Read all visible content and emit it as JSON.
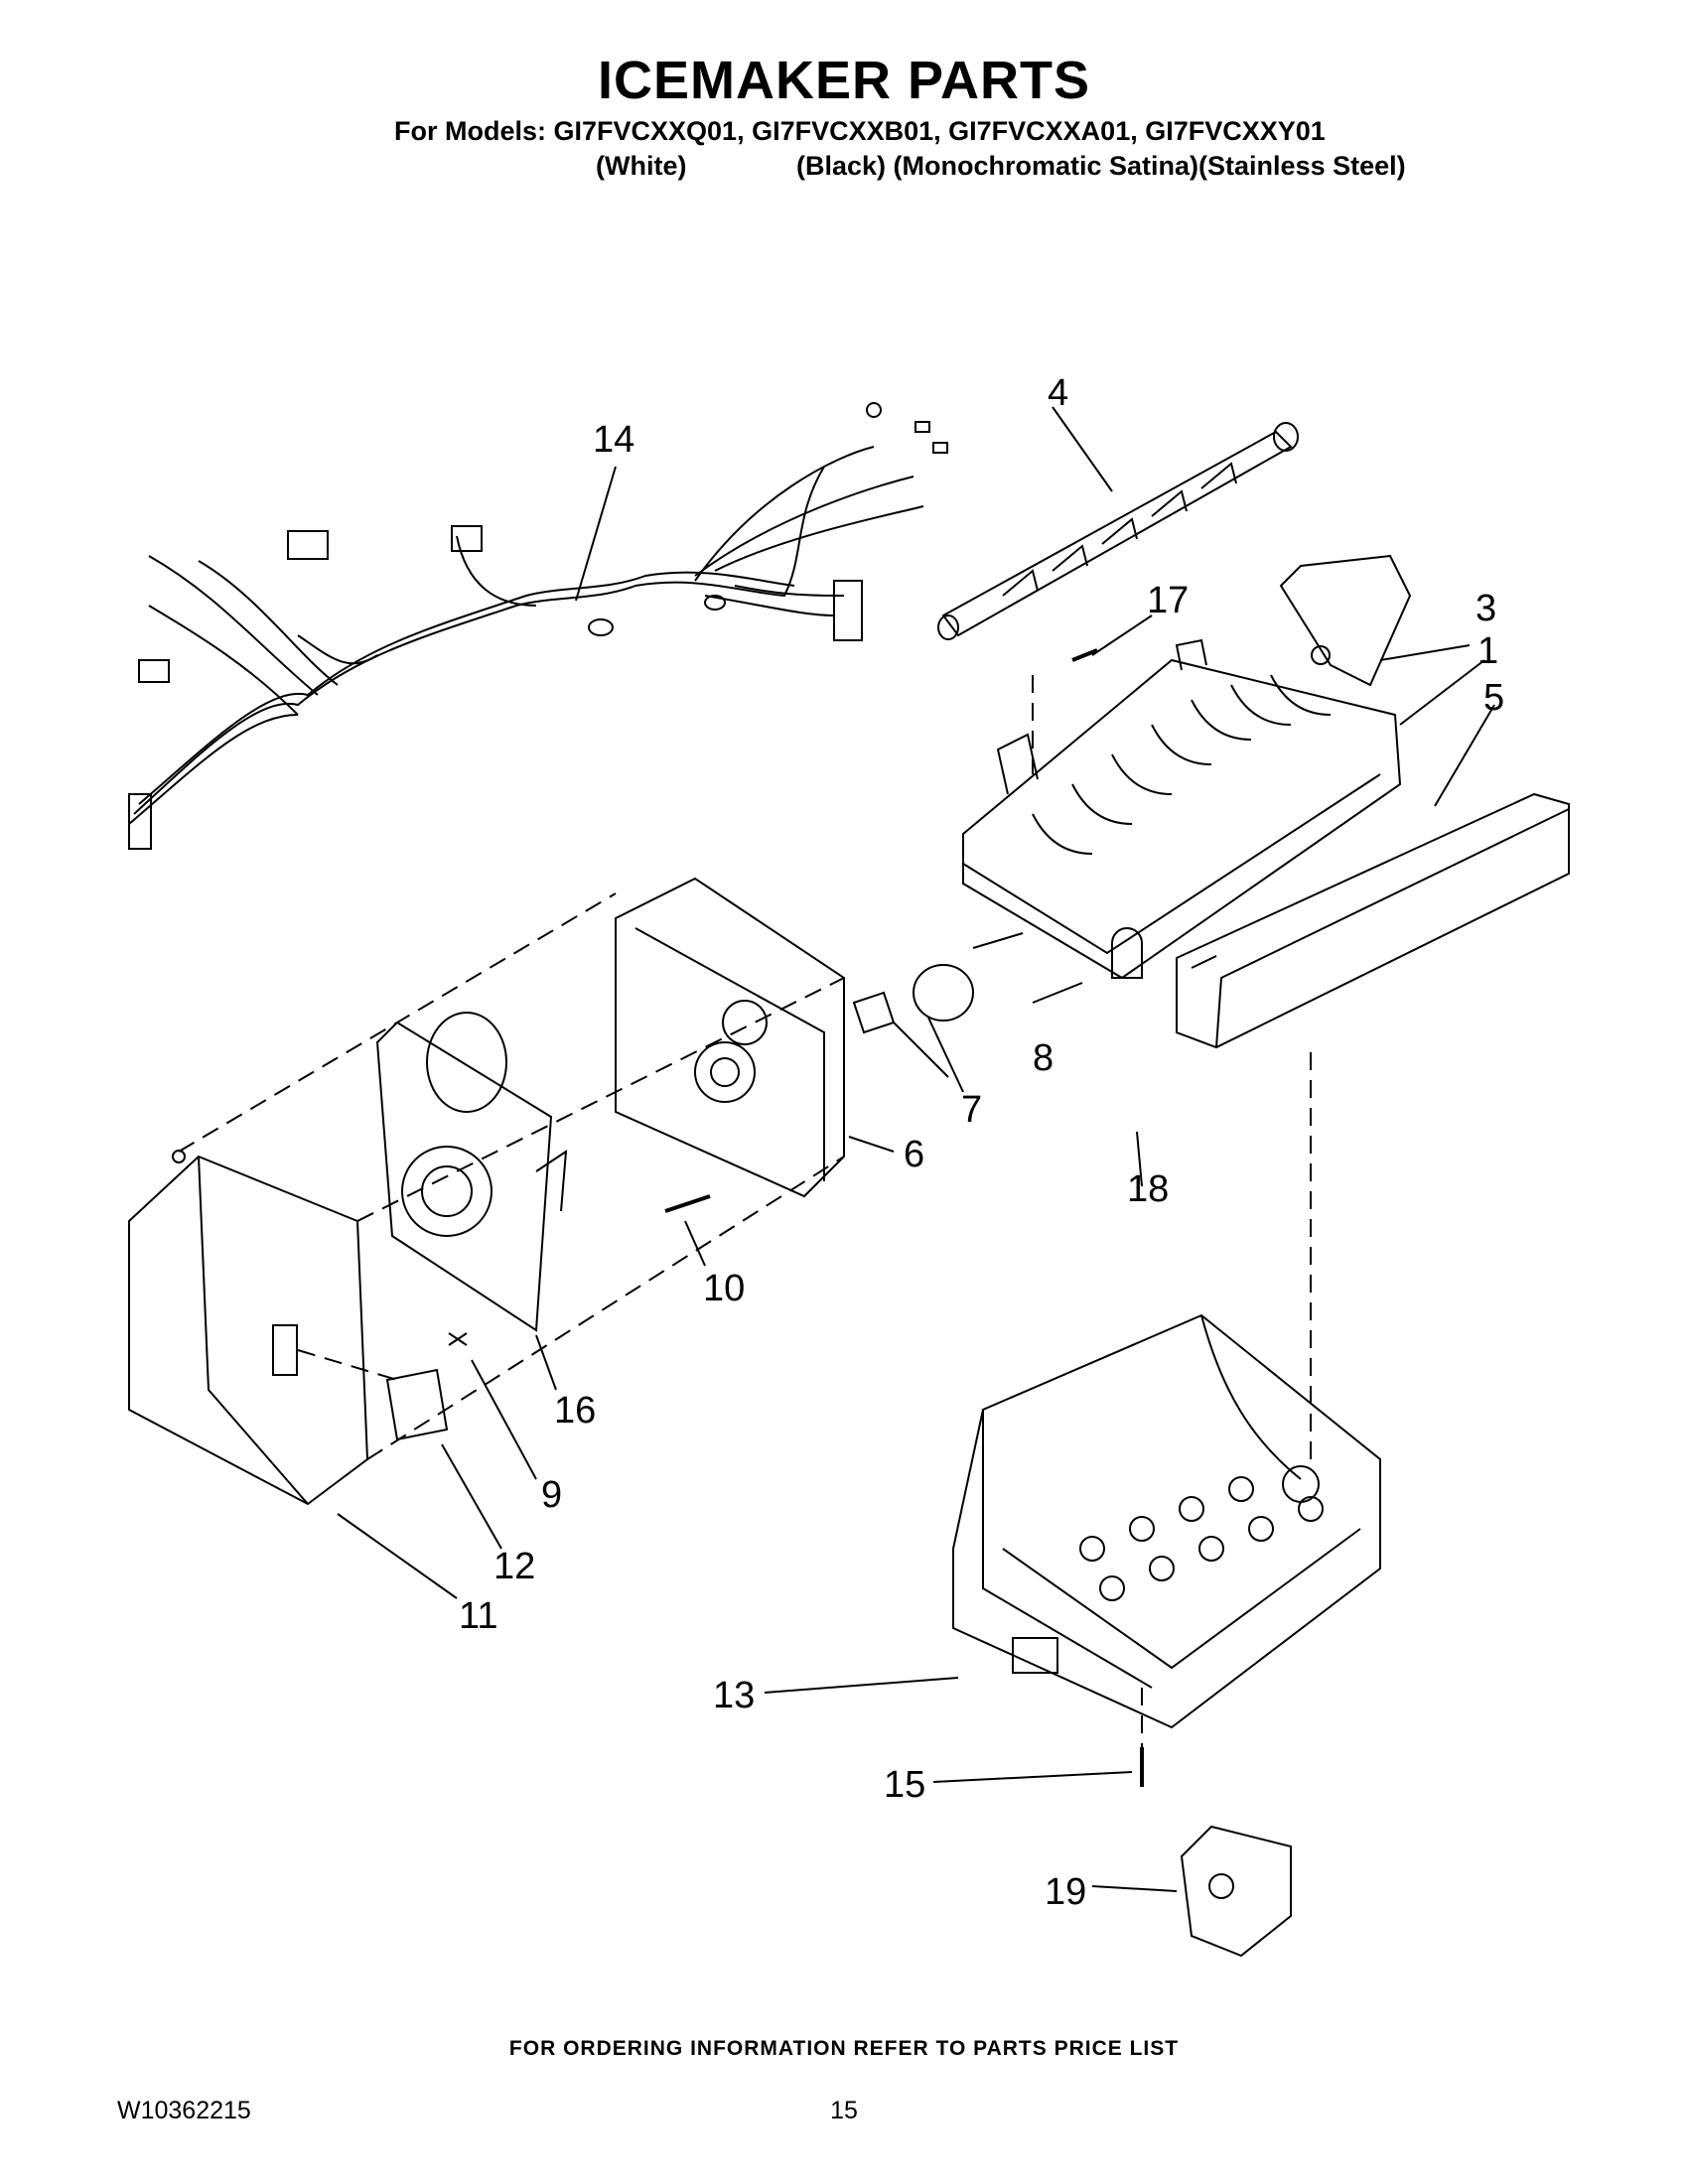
{
  "header": {
    "title": "ICEMAKER PARTS",
    "models_line": "For Models: GI7FVCXXQ01, GI7FVCXXB01, GI7FVCXXA01, GI7FVCXXY01",
    "variants": [
      "(White)",
      "(Black) (Monochromatic Satina)(Stainless Steel)"
    ]
  },
  "callouts": [
    "1",
    "3",
    "4",
    "5",
    "6",
    "7",
    "8",
    "9",
    "10",
    "11",
    "12",
    "13",
    "14",
    "15",
    "16",
    "17",
    "18",
    "19"
  ],
  "footer": {
    "note": "FOR ORDERING INFORMATION REFER TO PARTS PRICE LIST",
    "doc_number": "W10362215",
    "page_number": "15"
  }
}
